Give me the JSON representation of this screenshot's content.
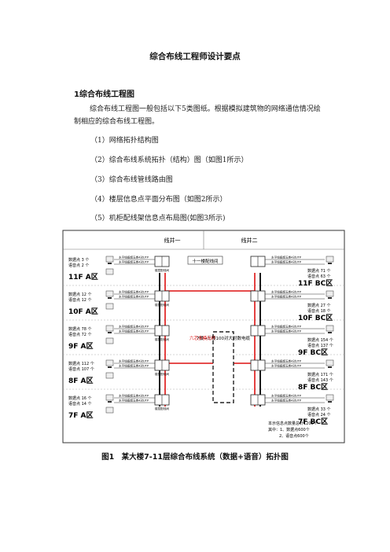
{
  "doc": {
    "title": "综合布线工程师设计要点",
    "section_heading": "1综合布线工程图",
    "intro_line1": "综合布线工程图一般包括以下5类图纸。根据模拟建筑物的网络通信情况绘",
    "intro_line2": "制相应的综合布线工程图。",
    "items": [
      "（1）网络拓扑结构图",
      "（2）综合布线系统拓扑（结构）图（如图1所示）",
      "（3）综合布线管线路由图",
      "（4）楼层信息点平面分布图（如图2所示）",
      "（5）机柜配线架信息点布局图(如图3所示)"
    ],
    "caption": "图1　某大楼7-11层综合布线系统（数据+语音）拓扑图"
  },
  "figure": {
    "col_left": "线井一",
    "col_right": "线井二",
    "top_center": "十一楼配线间",
    "floors_left": [
      "11F A区",
      "10F A区",
      "9F A区",
      "8F A区",
      "7F A区"
    ],
    "floors_right": [
      "11F BC区",
      "10F BC区",
      "9F BC区",
      "8F BC区",
      "7F BC区"
    ],
    "left_counts": [
      [
        "数据点 3 个",
        "语音点 2 个"
      ],
      [
        "数据点 12 个",
        "语音点 12 个"
      ],
      [
        "数据点 78 个",
        "语音点 72 个"
      ],
      [
        "数据点 112 个",
        "语音点 107 个"
      ],
      [
        "数据点 16 个",
        "语音点 14 个"
      ]
    ],
    "right_counts": [
      [
        "数据点 71 个",
        "语音点 63 个"
      ],
      [
        "数据点 27 个",
        "语音点 18 个"
      ],
      [
        "数据点 154 个",
        "语音点 137 个"
      ],
      [
        "数据点 171 个",
        "语音点 143 个"
      ],
      [
        "数据点 33 个",
        "语音点 24 个"
      ]
    ],
    "hline_label": "水平线缆超五类4对UTP",
    "dist_label": "楼层配线间",
    "center_box": "7楼→三楼100对大对数电缆",
    "red_label": "六芯多模光纤",
    "footnote": [
      "本示信息点数量总计1200个",
      "其中：1、数据点600个",
      "2、语音点600个"
    ]
  }
}
